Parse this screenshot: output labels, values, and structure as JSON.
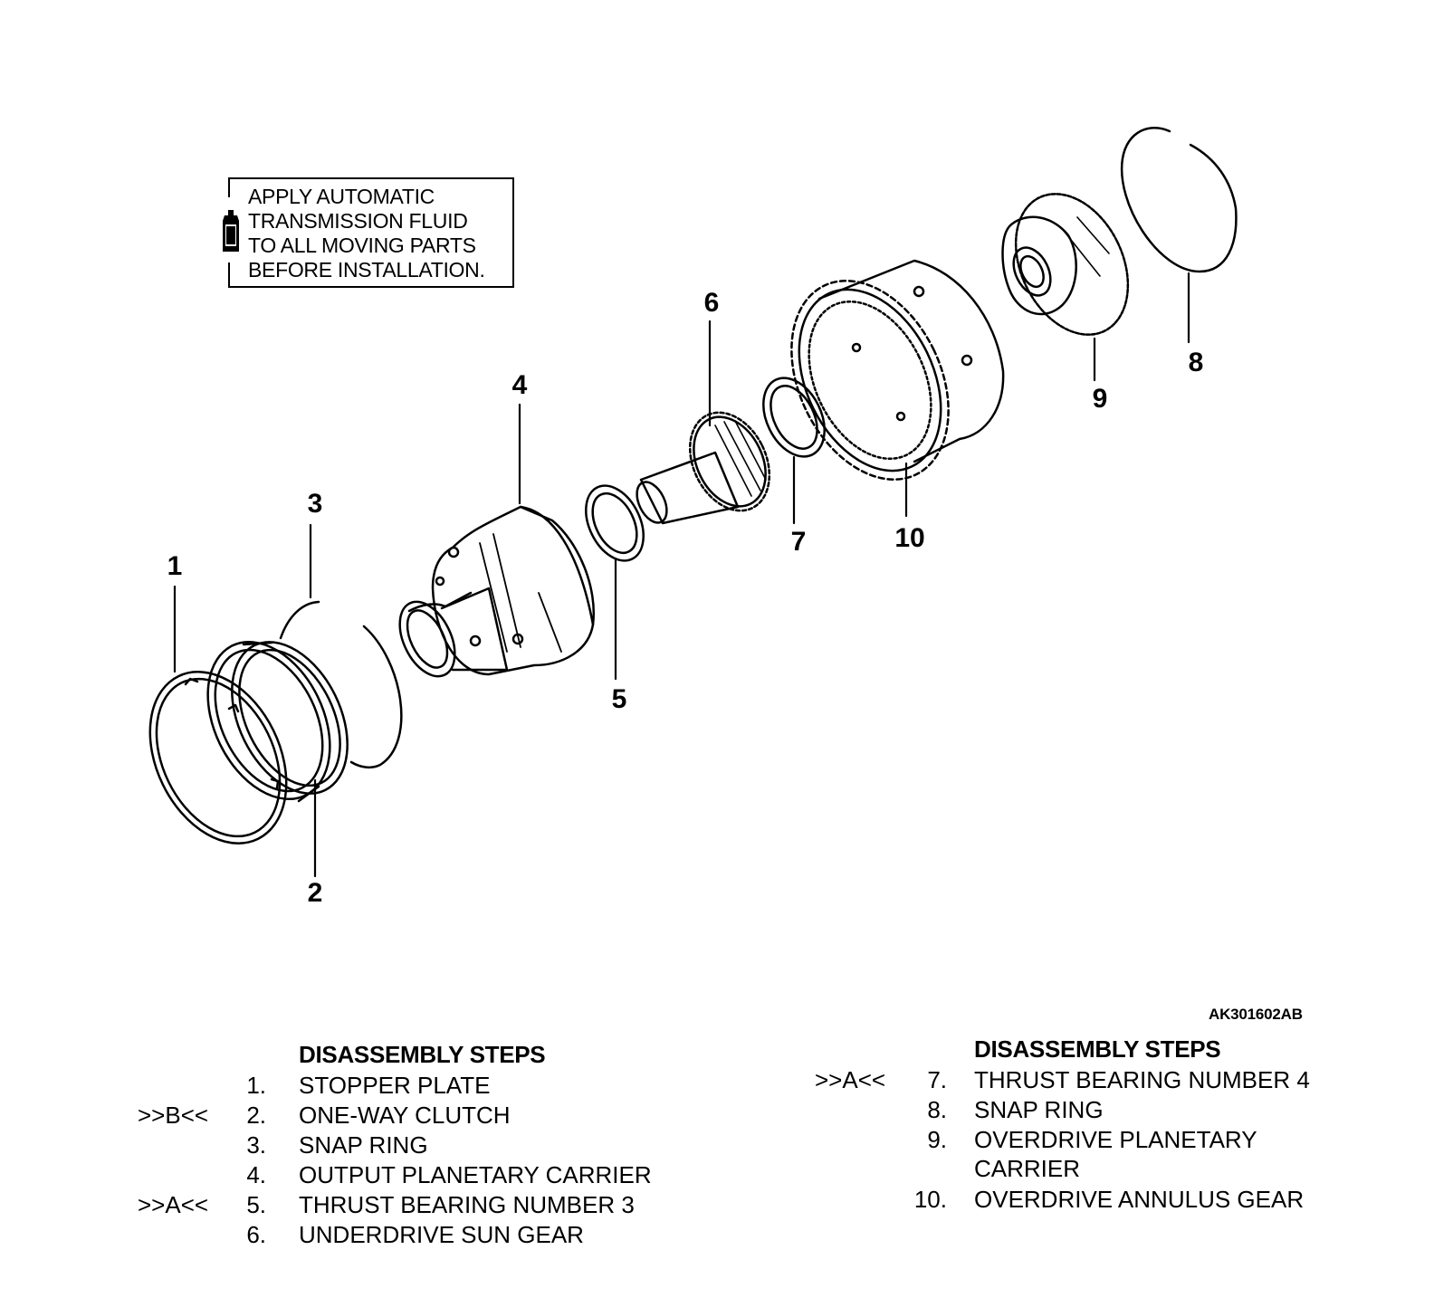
{
  "note": {
    "lines": [
      "APPLY AUTOMATIC",
      "TRANSMISSION FLUID",
      "TO ALL MOVING PARTS",
      "BEFORE INSTALLATION."
    ],
    "icon": "oil-bottle-icon"
  },
  "callouts": [
    "1",
    "2",
    "3",
    "4",
    "5",
    "6",
    "7",
    "8",
    "9",
    "10"
  ],
  "figure_code": "AK301602AB",
  "left_steps": {
    "title": "DISASSEMBLY STEPS",
    "items": [
      {
        "mark": "",
        "num": "1.",
        "label": "STOPPER PLATE"
      },
      {
        "mark": ">>B<<",
        "num": "2.",
        "label": "ONE-WAY CLUTCH"
      },
      {
        "mark": "",
        "num": "3.",
        "label": "SNAP RING"
      },
      {
        "mark": "",
        "num": "4.",
        "label": "OUTPUT PLANETARY CARRIER"
      },
      {
        "mark": ">>A<<",
        "num": "5.",
        "label": "THRUST BEARING NUMBER 3"
      },
      {
        "mark": "",
        "num": "6.",
        "label": "UNDERDRIVE SUN GEAR"
      }
    ]
  },
  "right_steps": {
    "title": "DISASSEMBLY STEPS",
    "items": [
      {
        "mark": ">>A<<",
        "num": "7.",
        "label": "THRUST BEARING NUMBER 4"
      },
      {
        "mark": "",
        "num": "8.",
        "label": "SNAP RING"
      },
      {
        "mark": "",
        "num": "9.",
        "label": "OVERDRIVE PLANETARY",
        "label2": "CARRIER"
      },
      {
        "mark": "",
        "num": "10.",
        "label": "OVERDRIVE ANNULUS GEAR"
      }
    ]
  }
}
